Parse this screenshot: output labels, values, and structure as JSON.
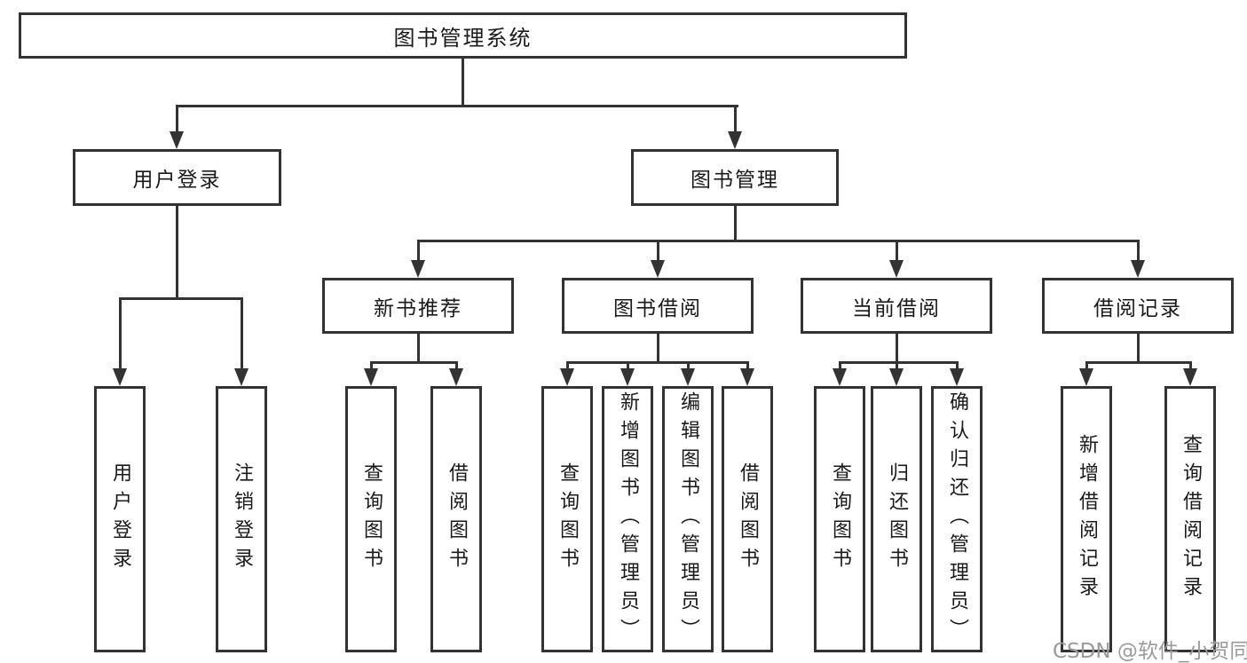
{
  "diagram": {
    "root": "图书管理系统",
    "level2": {
      "user_login": "用户登录",
      "book_mgmt": "图书管理"
    },
    "level3": {
      "new_books": "新书推荐",
      "book_borrow": "图书借阅",
      "current_borrow": "当前借阅",
      "borrow_records": "借阅记录"
    },
    "leaves": {
      "user_login": [
        "用户登录",
        "注销登录"
      ],
      "new_books": [
        "查询图书",
        "借阅图书"
      ],
      "book_borrow": [
        "查询图书",
        "新增图书（管理员）",
        "编辑图书（管理员）",
        "借阅图书"
      ],
      "current_borrow": [
        "查询图书",
        "归还图书",
        "确认归还（管理员）"
      ],
      "borrow_records": [
        "新增借阅记录",
        "查询借阅记录"
      ]
    }
  },
  "watermark": "CSDN @软件_小贺同学",
  "colors": {
    "line": "#333333",
    "text": "#1a1a1a",
    "watermark": "#9a9a9a",
    "background": "#ffffff"
  }
}
